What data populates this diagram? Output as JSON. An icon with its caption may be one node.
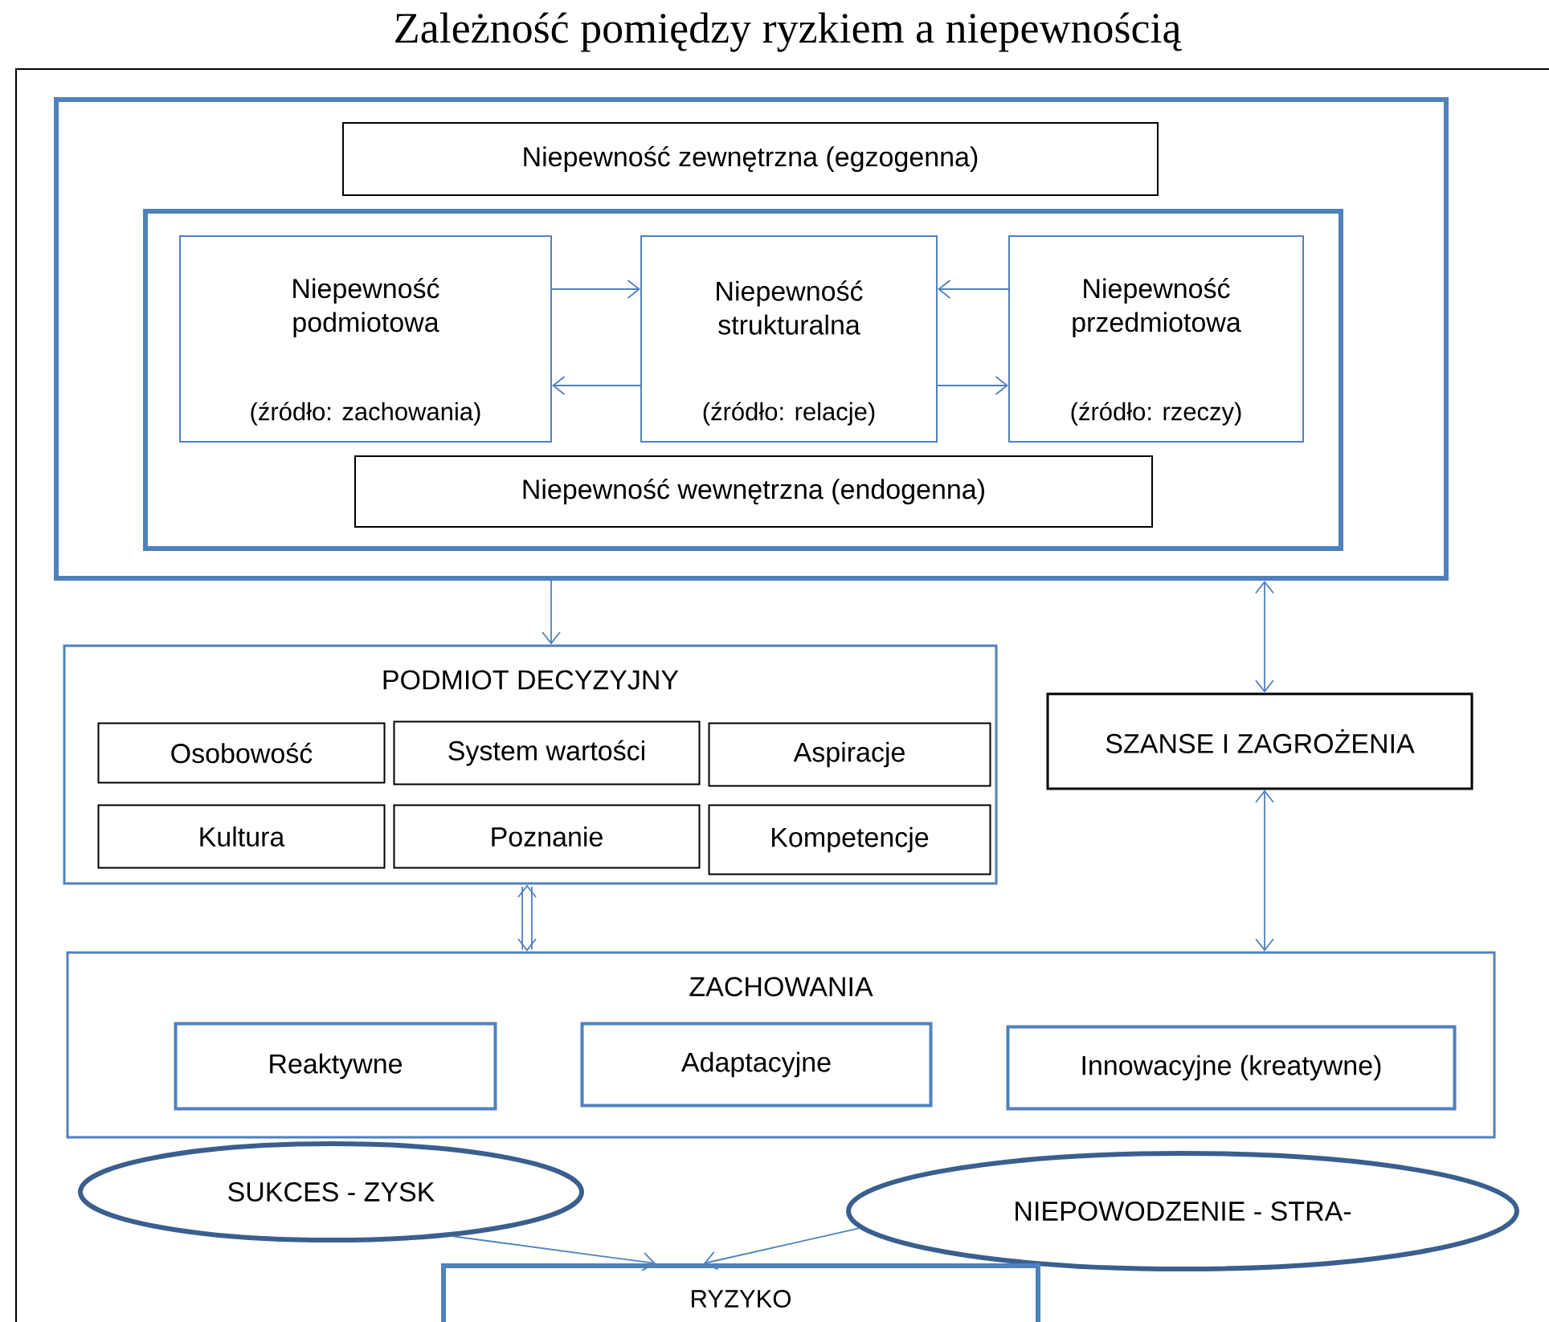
{
  "diagram": {
    "title": "Zależność pomiędzy ryzkiem a niepewnością",
    "nodes": [
      {
        "text": [],
        "shape": "box"
      },
      {
        "text": [
          "Niepewność zewnętrzna (egzogenna)"
        ],
        "in": 0
      },
      {
        "text": [],
        "shape": "box",
        "in": 0
      },
      {
        "text": [
          "Niepewność podmiotowa",
          "(źródło: zachowania)"
        ],
        "in": 2
      },
      {
        "text": [
          "Niepewność strukturalna",
          "(źródło: relacje)"
        ],
        "in": 2
      },
      {
        "text": [
          "Niepewność przedmiotowa",
          "(źródło: rzeczy)"
        ],
        "in": 2
      },
      {
        "text": [
          "Niepewność wewnętrzna (endogenna)"
        ],
        "in": 2
      },
      {
        "text": [
          "PODMIOT DECYZYJNY"
        ]
      },
      {
        "text": [
          "Osobowość"
        ],
        "in": 7
      },
      {
        "text": [
          "System wartości"
        ],
        "in": 7
      },
      {
        "text": [
          "Aspiracje"
        ],
        "in": 7
      },
      {
        "text": [
          "Kultura"
        ],
        "in": 7
      },
      {
        "text": [
          "Poznanie"
        ],
        "in": 7
      },
      {
        "text": [
          "Kompetencje"
        ],
        "in": 7
      },
      {
        "text": [
          "SZANSE I ZAGROŻENIA"
        ]
      },
      {
        "text": [
          "ZACHOWANIA"
        ]
      },
      {
        "text": [
          "Reaktywne"
        ],
        "in": 15
      },
      {
        "text": [
          "Adaptacyjne"
        ],
        "in": 15
      },
      {
        "text": [
          "Innowacyjne (kreatywne)"
        ],
        "in": 15
      },
      {
        "text": [
          "SUKCES - ZYSK"
        ]
      },
      {
        "text": [
          "NIEPOWODZENIE - STRA-"
        ]
      },
      {
        "text": [
          "RYZYKO"
        ]
      }
    ],
    "edges": [
      {
        "from": 3,
        "to": 4,
        "arrow": "to"
      },
      {
        "from": 4,
        "to": 3,
        "arrow": "to"
      },
      {
        "from": 5,
        "to": 4,
        "arrow": "to"
      },
      {
        "from": 4,
        "to": 5,
        "arrow": "to"
      },
      {
        "from": 0,
        "to": 7,
        "arrow": "to"
      },
      {
        "from": 0,
        "to": 14,
        "arrow": "both"
      },
      {
        "from": 7,
        "to": 15,
        "arrow": "both",
        "style": "thick"
      },
      {
        "from": 14,
        "to": 15,
        "arrow": "both"
      },
      {
        "from": 19,
        "to": 21,
        "arrow": "to"
      },
      {
        "from": 20,
        "to": 21,
        "arrow": "to"
      }
    ]
  }
}
